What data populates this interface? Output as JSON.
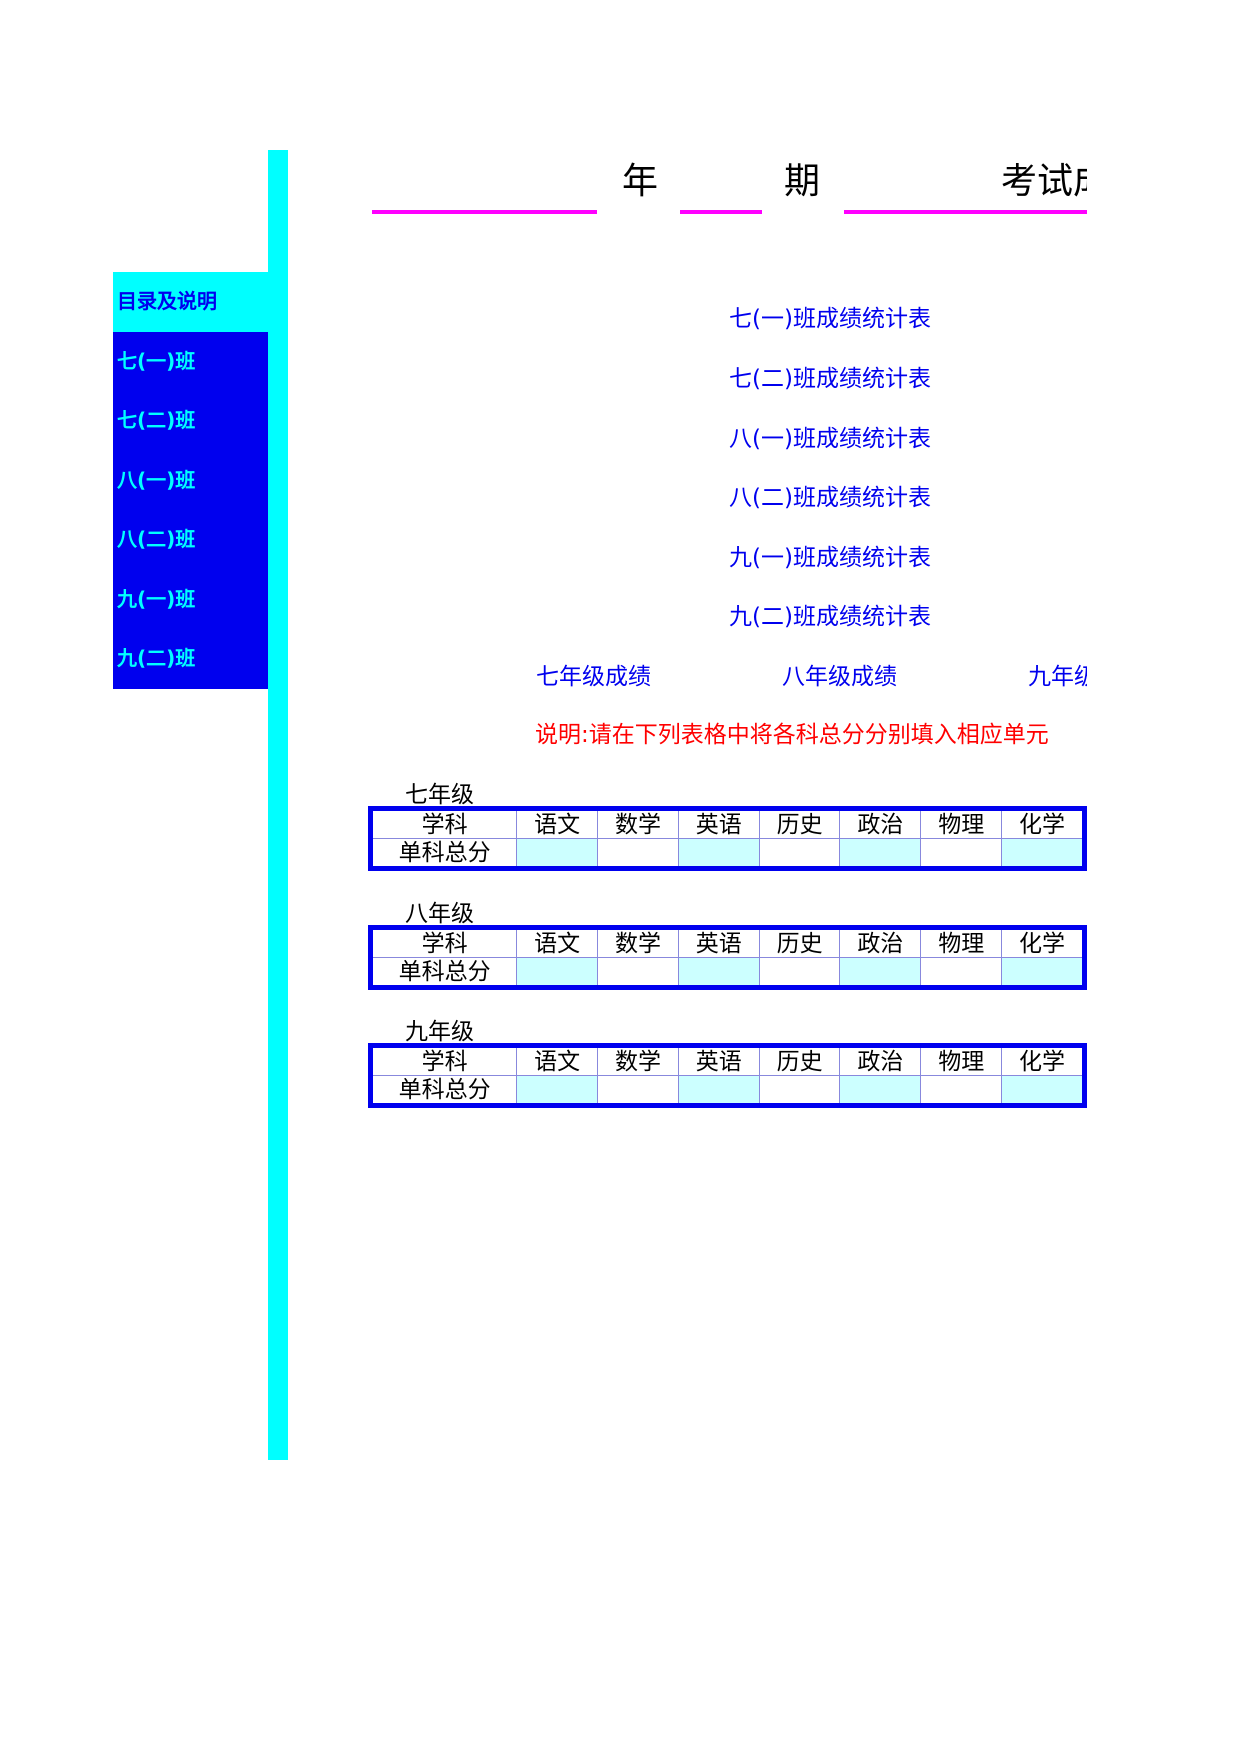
{
  "sidebar": {
    "items": [
      {
        "label": "目录及说明",
        "active": true
      },
      {
        "label": "七(一)班"
      },
      {
        "label": "七(二)班"
      },
      {
        "label": "八(一)班"
      },
      {
        "label": "八(二)班"
      },
      {
        "label": "九(一)班"
      },
      {
        "label": "九(二)班"
      }
    ]
  },
  "title": {
    "year_label": "年",
    "term_label": "期",
    "exam_label": "考试成"
  },
  "class_links": [
    "七(一)班成绩统计表",
    "七(二)班成绩统计表",
    "八(一)班成绩统计表",
    "八(二)班成绩统计表",
    "九(一)班成绩统计表",
    "九(二)班成绩统计表"
  ],
  "grade_links": [
    "七年级成绩",
    "八年级成绩",
    "九年级"
  ],
  "note": "说明:请在下列表格中将各科总分分别填入相应单元",
  "tables": [
    {
      "grade": "七年级"
    },
    {
      "grade": "八年级"
    },
    {
      "grade": "九年级"
    }
  ],
  "table_headers": {
    "subject": "学科",
    "total": "单科总分",
    "subjects": [
      "语文",
      "数学",
      "英语",
      "历史",
      "政治",
      "物理",
      "化学"
    ]
  }
}
